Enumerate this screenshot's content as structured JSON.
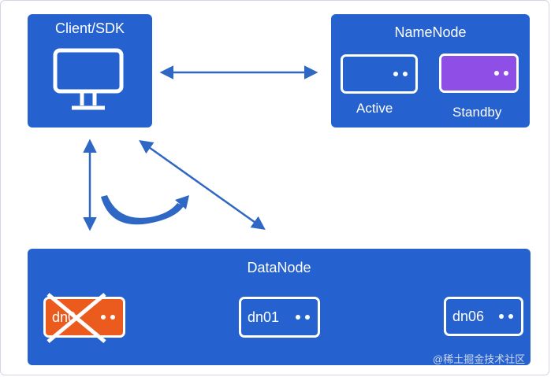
{
  "client": {
    "title": "Client/SDK",
    "icon": "monitor-icon"
  },
  "namenode": {
    "title": "NameNode",
    "active": {
      "label": "Active",
      "color": "#2662cf"
    },
    "standby": {
      "label": "Standby",
      "color": "#8f4fe6"
    }
  },
  "datanode": {
    "title": "DataNode",
    "nodes": [
      {
        "label": "dn0",
        "status": "failed",
        "color": "#ec5b1e"
      },
      {
        "label": "dn01",
        "status": "ok",
        "color": "#2662cf"
      },
      {
        "label": "dn06",
        "status": "ok",
        "color": "#2662cf"
      }
    ]
  },
  "watermark": "@稀土掘金技术社区",
  "colors": {
    "box": "#2662cf",
    "arrow": "#2f67c4",
    "failed": "#ec5b1e",
    "standby": "#8f4fe6"
  }
}
